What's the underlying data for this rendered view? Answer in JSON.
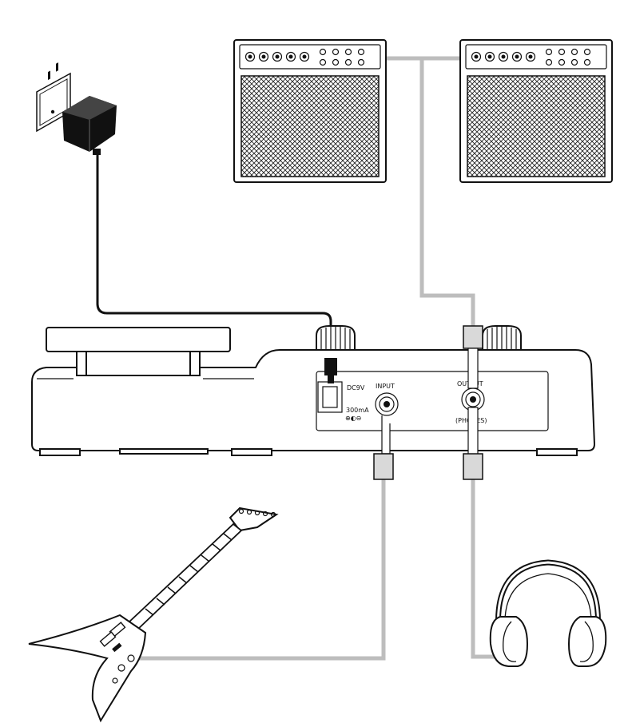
{
  "pedal_panel": {
    "dc_label": "DC9V",
    "current_label": "300mA",
    "polarity_label": "⊕◐⊖",
    "input_label": "INPUT",
    "output_label": "OUTPUT",
    "phones_label": "(PHONES)"
  },
  "colors": {
    "cable": "#bdbdbd",
    "power_cord": "#111111",
    "line": "#111111",
    "background": "#ffffff"
  },
  "icons": {
    "wall_outlet": "wall-outlet-icon",
    "power_adapter": "power-adapter-icon",
    "amplifier": "amplifier-icon",
    "effects_pedal": "effects-pedal-icon",
    "guitar": "electric-guitar-icon",
    "headphones": "headphones-icon"
  }
}
